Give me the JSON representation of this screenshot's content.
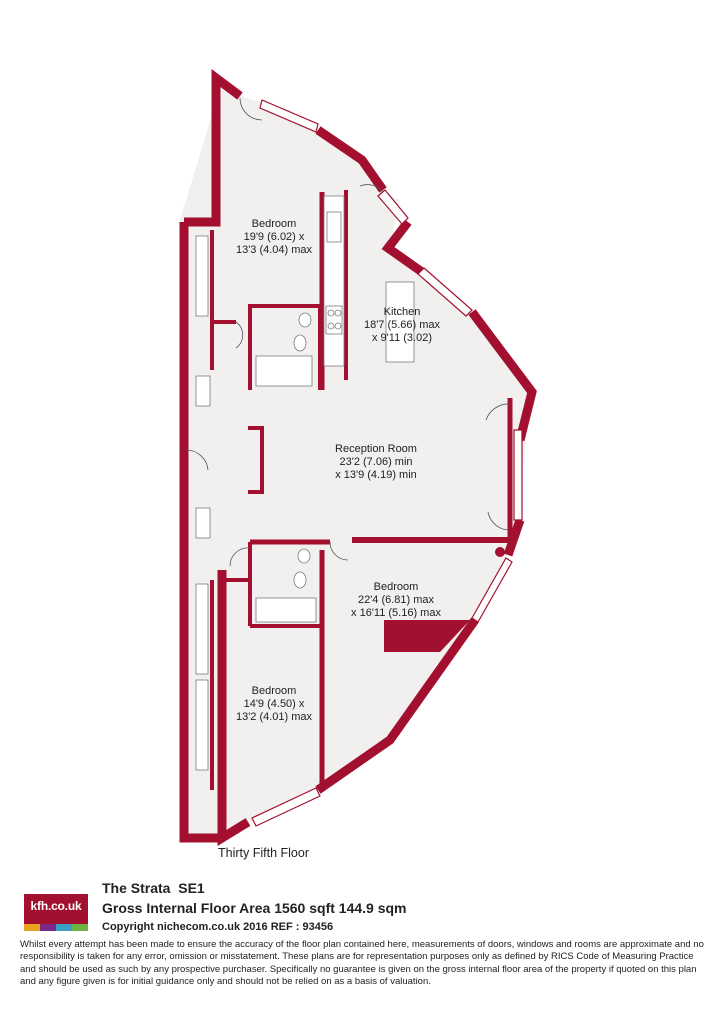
{
  "colors": {
    "wall": "#a3102f",
    "floor": "#f1f0ee",
    "fixture": "#7a7a7a",
    "logo_bg": "#a3102f",
    "logo_strip": [
      "#e8a21b",
      "#7b2a88",
      "#3aa0c8",
      "#6cb33f"
    ]
  },
  "rooms": [
    {
      "name": "Bedroom",
      "dims1": "19'9 (6.02) x",
      "dims2": "13'3 (4.04) max"
    },
    {
      "name": "Kitchen",
      "dims1": "18'7 (5.66) max",
      "dims2": "x 9'11 (3.02)"
    },
    {
      "name": "Reception Room",
      "dims1": "23'2 (7.06) min",
      "dims2": "x 13'9 (4.19) min"
    },
    {
      "name": "Bedroom",
      "dims1": "22'4 (6.81) max",
      "dims2": "x 16'11 (5.16) max"
    },
    {
      "name": "Bedroom",
      "dims1": "14'9 (4.50) x",
      "dims2": "13'2 (4.01) max"
    }
  ],
  "floor_label": "Thirty Fifth Floor",
  "logo_text": "kfh.co.uk",
  "property_title": "The Strata  SE1",
  "gross_area": "Gross Internal Floor Area 1560 sqft 144.9 sqm",
  "copyright": "Copyright nichecom.co.uk 2016 REF : 93456",
  "disclaimer": "Whilst every attempt has been made to ensure the accuracy of the floor plan contained here, measurements of doors, windows and rooms are approximate and no responsibility is taken for any error, omission or misstatement.  These plans are for representation purposes only as defined by RICS Code of Measuring Practice and should be used as such by any prospective purchaser.  Specifically no guarantee is given on the gross internal floor area of the property if quoted on this plan and any figure given is for initial guidance only and should not be relied on as a basis of valuation."
}
